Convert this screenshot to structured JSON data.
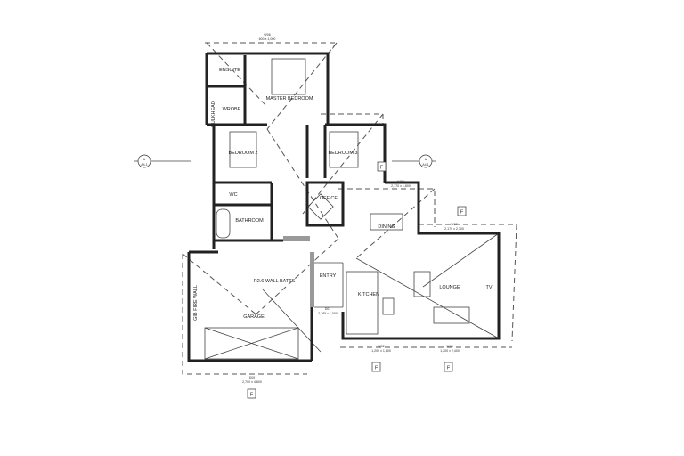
{
  "plan": {
    "rooms": {
      "ensuite": "ENSUITE",
      "master_bedroom": "MASTER BEDROOM",
      "wrobe": "WROBE",
      "bulkhead": "BULKHEAD",
      "bedroom2": "BEDROOM 2",
      "bedroom3": "BEDROOM 3",
      "wc": "WC",
      "bathroom": "BATHROOM",
      "office": "OFFICE",
      "dining": "DINING",
      "entry": "ENTRY",
      "kitchen": "KITCHEN",
      "lounge": "LOUNGE",
      "tv": "TV",
      "garage": "GARAGE"
    },
    "notes": {
      "wall_batts": "R2.6 WALL BATTS",
      "fire_wall": "GIB FIRE WALL"
    },
    "windows": {
      "w06": "W06",
      "w06_size": "600 x 1,000",
      "w02": "W02",
      "w02_size": "1,200 x 1,800",
      "w03": "W03",
      "w03_size": "1,200 x 2,400",
      "w_dining": "W02",
      "w_dining_size": "2,170 x 1,800",
      "w_lounge": "W07",
      "w_lounge_size": "2,170 x 2,700",
      "d01": "D01",
      "d01_size": "2,185 x 1,000",
      "garage_door": "D09",
      "garage_door_size": "2,700 x 4,800"
    },
    "section_marker": "A",
    "section_ref": "A4-1",
    "f_marker": "F"
  }
}
